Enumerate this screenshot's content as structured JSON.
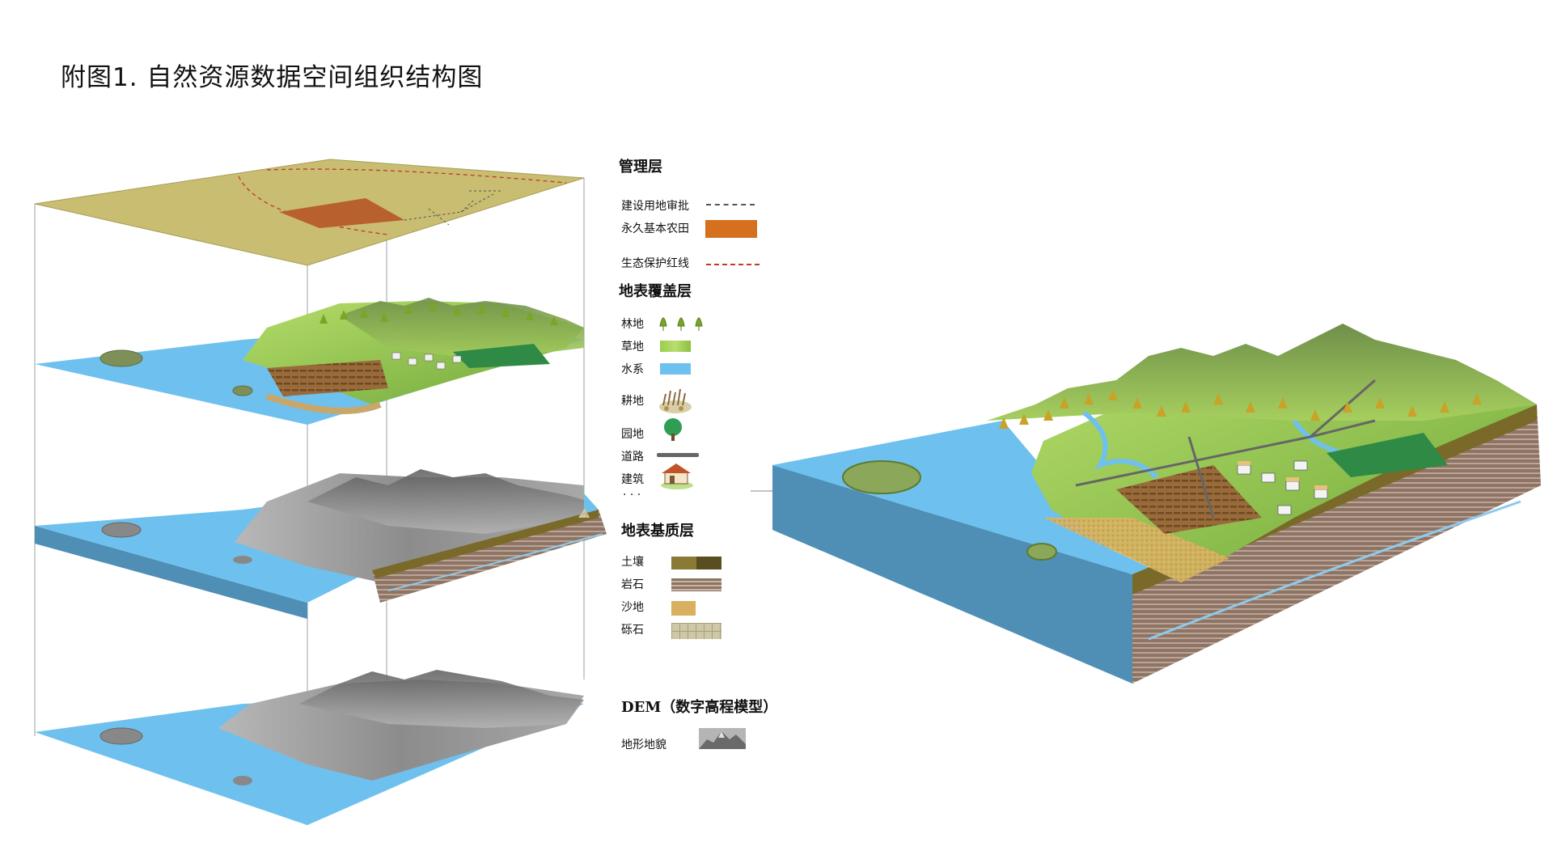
{
  "title": "附图1. 自然资源数据空间组织结构图",
  "legend": {
    "management": {
      "title": "管理层",
      "items": [
        {
          "label": "建设用地审批",
          "symbol": "dashed-line",
          "color": "#555555"
        },
        {
          "label": "永久基本农田",
          "symbol": "fill",
          "color": "#d4701e"
        },
        {
          "label": "生态保护红线",
          "symbol": "dashed-line",
          "color": "#c0392b"
        }
      ]
    },
    "cover": {
      "title": "地表覆盖层",
      "items": [
        {
          "label": "林地",
          "symbol": "tree-icon",
          "color": "#7aa526"
        },
        {
          "label": "草地",
          "symbol": "grass-swatch",
          "color": "#9ccc4e"
        },
        {
          "label": "水系",
          "symbol": "water-swatch",
          "color": "#6ec1ee"
        },
        {
          "label": "耕地",
          "symbol": "farmland-icon",
          "color": "#8a6a3a"
        },
        {
          "label": "园地",
          "symbol": "orchard-icon",
          "color": "#2e9e55"
        },
        {
          "label": "道路",
          "symbol": "road-line",
          "color": "#666666"
        },
        {
          "label": "建筑",
          "symbol": "house-icon",
          "color": "#e8c07a"
        }
      ],
      "more": "· · ·"
    },
    "substrate": {
      "title": "地表基质层",
      "items": [
        {
          "label": "土壤",
          "symbol": "soil-swatch",
          "color": "#7a6a2a"
        },
        {
          "label": "岩石",
          "symbol": "rock-swatch",
          "color": "#9a7a6a"
        },
        {
          "label": "沙地",
          "symbol": "sand-swatch",
          "color": "#d8b060"
        },
        {
          "label": "砾石",
          "symbol": "gravel-swatch",
          "color": "#c8c0a0"
        }
      ]
    },
    "dem": {
      "title": "DEM（数字高程模型）",
      "items": [
        {
          "label": "地形地貌",
          "symbol": "terrain-swatch",
          "color": "#8a8a8a"
        }
      ]
    }
  },
  "colors": {
    "water": "#6ec1ee",
    "water_side": "#4f8fb5",
    "management_plane": "#c9bd72",
    "farmland": "#b8602e",
    "grass": "#8cc44c",
    "terrain_gray": "#9a9a9a"
  }
}
